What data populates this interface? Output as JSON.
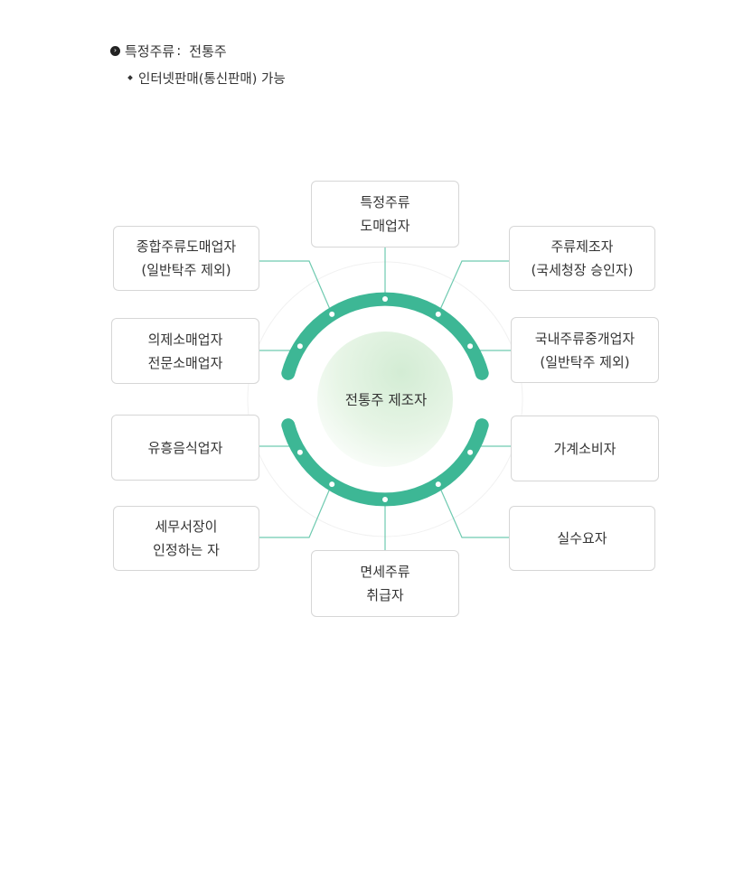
{
  "header": {
    "category_label": "특정주류",
    "separator": ":",
    "category_value": "전통주",
    "sub_item": "인터넷판매(통신판매) 가능"
  },
  "diagram": {
    "center": "전통주 제조자",
    "nodes": {
      "top": {
        "line1": "특정주류",
        "line2": "도매업자"
      },
      "upper_left": {
        "line1": "종합주류도매업자",
        "line2": "(일반탁주 제외)"
      },
      "upper_right": {
        "line1": "주류제조자",
        "line2": "(국세청장 승인자)"
      },
      "mid_left": {
        "line1": "의제소매업자",
        "line2": "전문소매업자"
      },
      "mid_right": {
        "line1": "국내주류중개업자",
        "line2": "(일반탁주 제외)"
      },
      "low_left": {
        "line1": "유흥음식업자"
      },
      "low_right": {
        "line1": "가계소비자"
      },
      "bottom_left": {
        "line1": "세무서장이",
        "line2": "인정하는 자"
      },
      "bottom_right": {
        "line1": "실수요자"
      },
      "bottom": {
        "line1": "면세주류",
        "line2": "취급자"
      }
    },
    "colors": {
      "arc": "#3db795",
      "connector": "#6fcab0",
      "box_border": "#d6d6d6",
      "center_fill": "#d8efd9"
    }
  }
}
